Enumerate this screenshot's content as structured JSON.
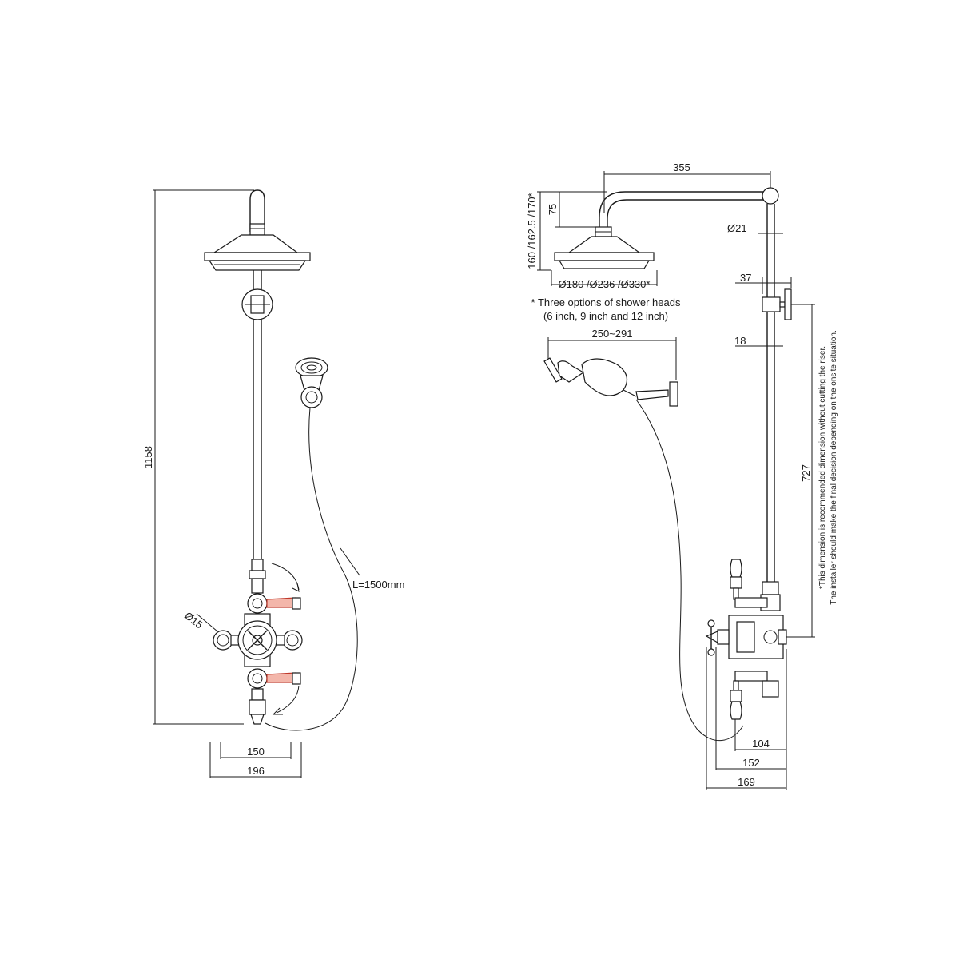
{
  "front_view": {
    "height_dim": "1158",
    "hose_length": "L=1500mm",
    "diameter_label": "Ø15",
    "width_inner": "150",
    "width_outer": "196"
  },
  "side_view": {
    "arm_length": "355",
    "head_height": "160 /162.5 /170*",
    "drop_dim": "75",
    "riser_diameter": "Ø21",
    "bracket_offset": "37",
    "riser_offset": "18",
    "head_diameters": "Ø180 /Ø236 /Ø330*",
    "note_line1": "* Three options of shower heads",
    "note_line2": "(6 inch, 9 inch and 12 inch)",
    "handset_span": "250~291",
    "riser_length": "727",
    "riser_note_line1": "*This dimension is recommended dimension without cutting the riser.",
    "riser_note_line2": "The installer should make the final decision depending on the onsite situation.",
    "depth_104": "104",
    "depth_152": "152",
    "depth_169": "169"
  },
  "colors": {
    "line": "#1a1a1a",
    "lever_accent": "#c0392b"
  }
}
